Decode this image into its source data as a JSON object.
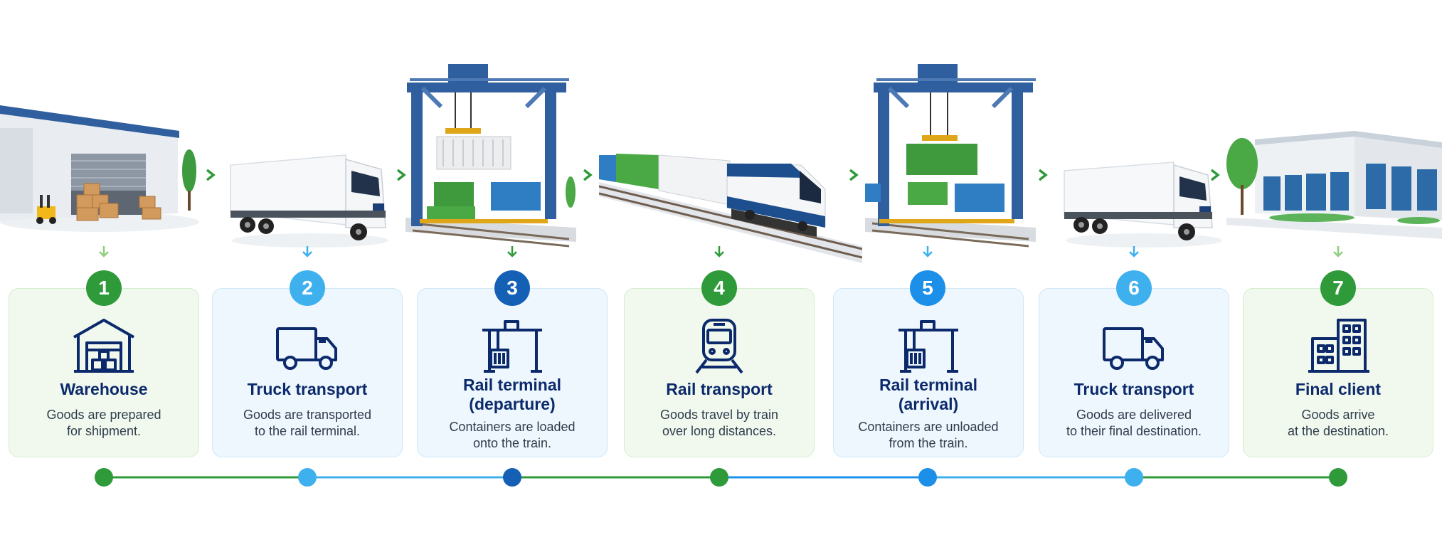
{
  "colors": {
    "green": "#2e9a3a",
    "light_blue": "#3fb0ee",
    "dark_blue": "#1460b4",
    "navy": "#0c2a6b"
  },
  "steps": [
    {
      "number": "1",
      "title": "Warehouse",
      "description": "Goods are prepared\nfor shipment.",
      "icon": "warehouse-icon",
      "color": "#2e9a3a"
    },
    {
      "number": "2",
      "title": "Truck transport",
      "description": "Goods are transported\nto the rail terminal.",
      "icon": "truck-icon",
      "color": "#3fb0ee"
    },
    {
      "number": "3",
      "title": "Rail terminal\n(departure)",
      "description": "Containers are loaded\nonto the train.",
      "icon": "gantry-crane-icon",
      "color": "#1460b4"
    },
    {
      "number": "4",
      "title": "Rail transport",
      "description": "Goods travel by train\nover long distances.",
      "icon": "train-icon",
      "color": "#2e9a3a"
    },
    {
      "number": "5",
      "title": "Rail terminal\n(arrival)",
      "description": "Containers are unloaded\nfrom the train.",
      "icon": "gantry-crane-icon",
      "color": "#1c8fe8"
    },
    {
      "number": "6",
      "title": "Truck transport",
      "description": "Goods are delivered\nto their final destination.",
      "icon": "truck-icon",
      "color": "#3fb0ee"
    },
    {
      "number": "7",
      "title": "Final client",
      "description": "Goods arrive\nat the destination.",
      "icon": "office-building-icon",
      "color": "#2e9a3a"
    }
  ]
}
